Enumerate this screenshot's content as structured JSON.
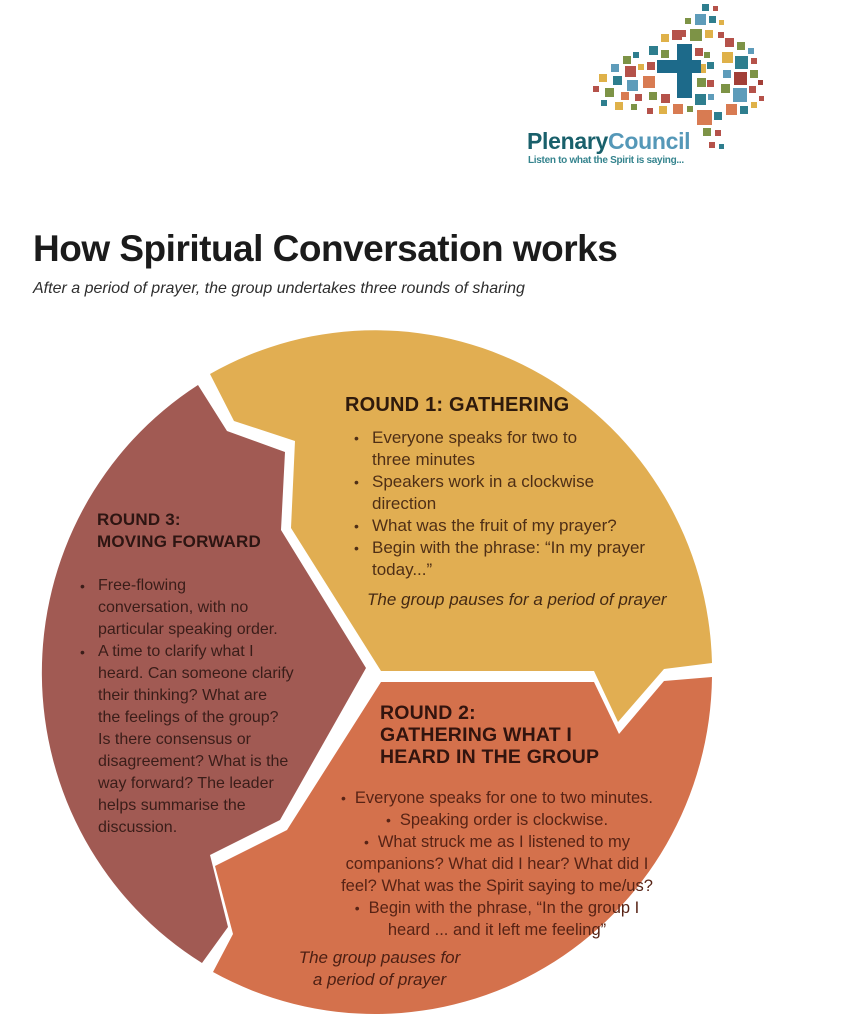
{
  "logo": {
    "word1": "Plenary",
    "word2": "Council",
    "tagline": "Listen to what the Spirit is saying...",
    "palette": [
      "#7d9346",
      "#b5524a",
      "#2e7e8e",
      "#5e9cba",
      "#dfb149",
      "#d87b52",
      "#a23f37"
    ],
    "cross_color": "#1d6a8a"
  },
  "header": {
    "title": "How Spiritual Conversation works",
    "subtitle": "After a period of prayer, the group undertakes three rounds of sharing"
  },
  "diagram": {
    "colors": {
      "round1": "#E1AE52",
      "round2": "#D4714C",
      "round3": "#A15A53"
    },
    "round1": {
      "title": "ROUND 1: GATHERING",
      "lines": [
        {
          "b": 1,
          "t": "Everyone speaks for two to"
        },
        {
          "b": 0,
          "t": "three minutes"
        },
        {
          "b": 1,
          "t": "Speakers work in a clockwise"
        },
        {
          "b": 0,
          "t": "direction"
        },
        {
          "b": 1,
          "t": "What was the fruit of my prayer?"
        },
        {
          "b": 1,
          "t": "Begin with the phrase: “In my prayer"
        },
        {
          "b": 0,
          "t": "today...”"
        }
      ],
      "pause": "The group pauses for a period of prayer"
    },
    "round2": {
      "title_lines": [
        "ROUND 2:",
        "GATHERING WHAT I",
        "HEARD IN THE GROUP"
      ],
      "lines": [
        {
          "b": 1,
          "t": "Everyone speaks for one to two minutes."
        },
        {
          "b": 1,
          "t": "Speaking order is clockwise."
        },
        {
          "b": 1,
          "t": "What struck me as I listened to my"
        },
        {
          "b": 0,
          "t": "companions? What did I hear? What did I"
        },
        {
          "b": 0,
          "t": "feel? What was the Spirit saying to me/us?"
        },
        {
          "b": 1,
          "t": "Begin with the phrase, “In the group I"
        },
        {
          "b": 0,
          "t": "heard ... and it left me feeling”"
        }
      ],
      "pause_lines": [
        "The group pauses for",
        "a period of prayer"
      ]
    },
    "round3": {
      "title_lines": [
        "ROUND 3:",
        "MOVING FORWARD"
      ],
      "lines": [
        {
          "b": 1,
          "t": "Free-flowing"
        },
        {
          "b": 0,
          "t": "conversation, with no"
        },
        {
          "b": 0,
          "t": "particular speaking order."
        },
        {
          "b": 1,
          "t": "A time to clarify what I"
        },
        {
          "b": 0,
          "t": "heard. Can someone clarify"
        },
        {
          "b": 0,
          "t": "their thinking? What are"
        },
        {
          "b": 0,
          "t": "the feelings of the group?"
        },
        {
          "b": 0,
          "t": "Is there consensus or"
        },
        {
          "b": 0,
          "t": "disagreement? What is the"
        },
        {
          "b": 0,
          "t": "way forward? The leader"
        },
        {
          "b": 0,
          "t": "helps summarise the"
        },
        {
          "b": 0,
          "t": "discussion."
        }
      ]
    }
  }
}
